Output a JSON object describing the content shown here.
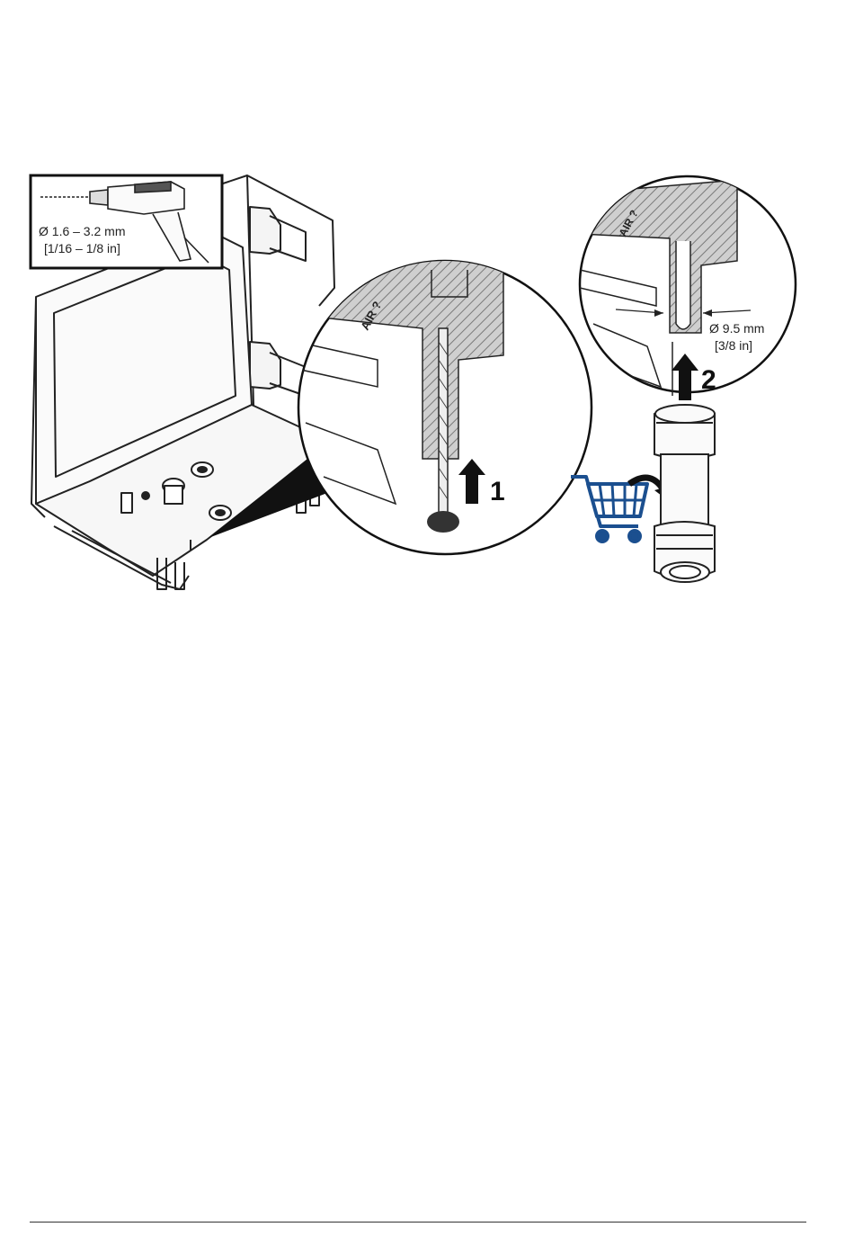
{
  "drill_callout": {
    "size_mm": "Ø 1.6 –  3.2 mm",
    "size_in": "[1/16 – 1/8 in]"
  },
  "tube_callout": {
    "size_mm": "Ø 9.5 mm",
    "size_in": "[3/8 in]"
  },
  "port_label": "AIR ?",
  "steps": [
    "1",
    "2"
  ],
  "colors": {
    "cart": "#1b4f8f",
    "hatch": "#8a8a8a",
    "line": "#222222"
  },
  "icons": [
    "drill-icon",
    "shopping-cart-icon",
    "up-arrow-icon",
    "tube-fitting-icon"
  ]
}
